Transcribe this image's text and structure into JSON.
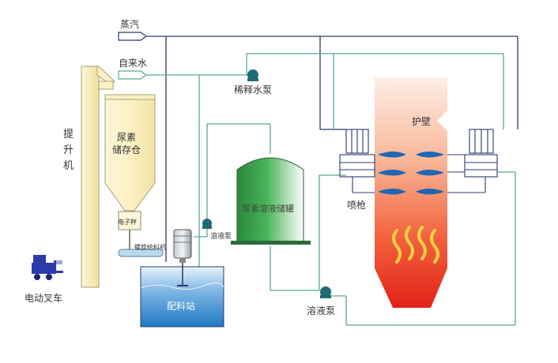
{
  "labels": {
    "steam": "蒸汽",
    "tap_water": "自来水",
    "dilution_pump": "稀释水泵",
    "elevator_1": "提",
    "elevator_2": "升",
    "elevator_3": "机",
    "urea_silo_1": "尿素",
    "urea_silo_2": "储存仓",
    "electronic_scale": "电子秤",
    "screw_feeder": "螺旋给料机",
    "solution_pump_small": "溶液泵",
    "storage_tank": "尿素溶液储罐",
    "mixing_station": "配料站",
    "solution_pump": "溶液泵",
    "furnace_wall": "护壁",
    "spray_gun": "喷枪",
    "forklift": "电动叉车"
  },
  "colors": {
    "pipe_green": "#5aa89a",
    "pipe_navy": "#2b3a6b",
    "pump": "#1f6b73",
    "tank_green": "#2f8f43",
    "water_blue": "#2a7fc9",
    "flame": "#f5d142",
    "nozzle": "#1f67b1",
    "furnace_top": "#fde8dc",
    "furnace_bottom": "#e8261c"
  },
  "icons": {
    "forklift": "forklift-icon",
    "pump": "pump-icon",
    "motor": "motor-icon"
  }
}
